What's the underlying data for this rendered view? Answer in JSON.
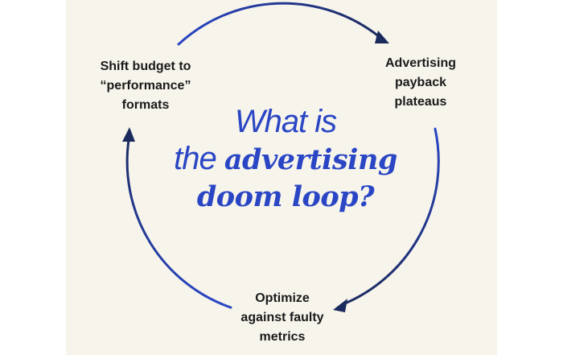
{
  "diagram": {
    "title": {
      "line1": "What is",
      "line2_light": "the ",
      "line2_bold": "advertising",
      "line3": "doom loop?"
    },
    "steps": [
      {
        "lines": [
          "Advertising",
          "payback",
          "plateaus"
        ]
      },
      {
        "lines": [
          "Optimize",
          "against faulty",
          "metrics"
        ]
      },
      {
        "lines": [
          "Shift budget to",
          "“performance”",
          "formats"
        ]
      }
    ],
    "flow": "clockwise cycle",
    "colors": {
      "background": "#f7f4ec",
      "accent": "#2a46c4",
      "arrow_dark": "#1b2a5c",
      "text": "#1a1a1a"
    }
  }
}
